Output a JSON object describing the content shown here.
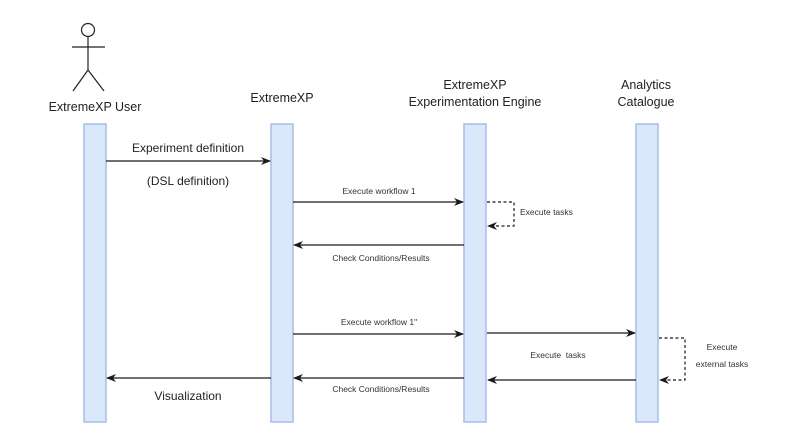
{
  "diagram": {
    "type": "sequence-diagram",
    "participants": [
      {
        "id": "user",
        "label_lines": [
          "ExtremeXP User"
        ],
        "is_actor": true
      },
      {
        "id": "extremexp",
        "label_lines": [
          "ExtremeXP"
        ],
        "is_actor": false
      },
      {
        "id": "engine",
        "label_lines": [
          "ExtremeXP",
          "Experimentation Engine"
        ],
        "is_actor": false
      },
      {
        "id": "catalogue",
        "label_lines": [
          "Analytics",
          "Catalogue"
        ],
        "is_actor": false
      }
    ],
    "messages": [
      {
        "from": "user",
        "to": "extremexp",
        "label_above": "Experiment definition",
        "label_below": "(DSL definition)",
        "style": "solid",
        "size": "large"
      },
      {
        "from": "extremexp",
        "to": "engine",
        "label_above": "Execute workflow 1",
        "label_below": "",
        "style": "solid",
        "size": "small"
      },
      {
        "from": "engine",
        "to": "engine",
        "label_side": "Execute tasks",
        "style": "dashed-self",
        "size": "small"
      },
      {
        "from": "engine",
        "to": "extremexp",
        "label_above": "",
        "label_below": "Check Conditions/Results",
        "style": "solid",
        "size": "small"
      },
      {
        "from": "extremexp",
        "to": "engine",
        "label_above": "Execute workflow 1\"",
        "label_below": "",
        "style": "solid",
        "size": "small"
      },
      {
        "from": "engine",
        "to": "catalogue",
        "label_above": "",
        "label_below": "",
        "style": "solid",
        "size": "small"
      },
      {
        "from": "catalogue",
        "to": "catalogue",
        "label_side_lines": [
          "Execute",
          "external tasks"
        ],
        "style": "dashed-self",
        "size": "small"
      },
      {
        "from": "catalogue",
        "to": "engine",
        "label_above": "Execute  tasks",
        "label_below": "",
        "style": "solid",
        "size": "small"
      },
      {
        "from": "engine",
        "to": "extremexp",
        "label_above": "",
        "label_below": "Check Conditions/Results",
        "style": "solid",
        "size": "small"
      },
      {
        "from": "extremexp",
        "to": "user",
        "label_above": "",
        "label_below": "Visualization",
        "style": "solid",
        "size": "large"
      }
    ],
    "colors": {
      "lifeline_fill": "#dae8fc",
      "lifeline_stroke": "#a6bee6",
      "line": "#1a1a1a",
      "text": "#222222"
    }
  }
}
